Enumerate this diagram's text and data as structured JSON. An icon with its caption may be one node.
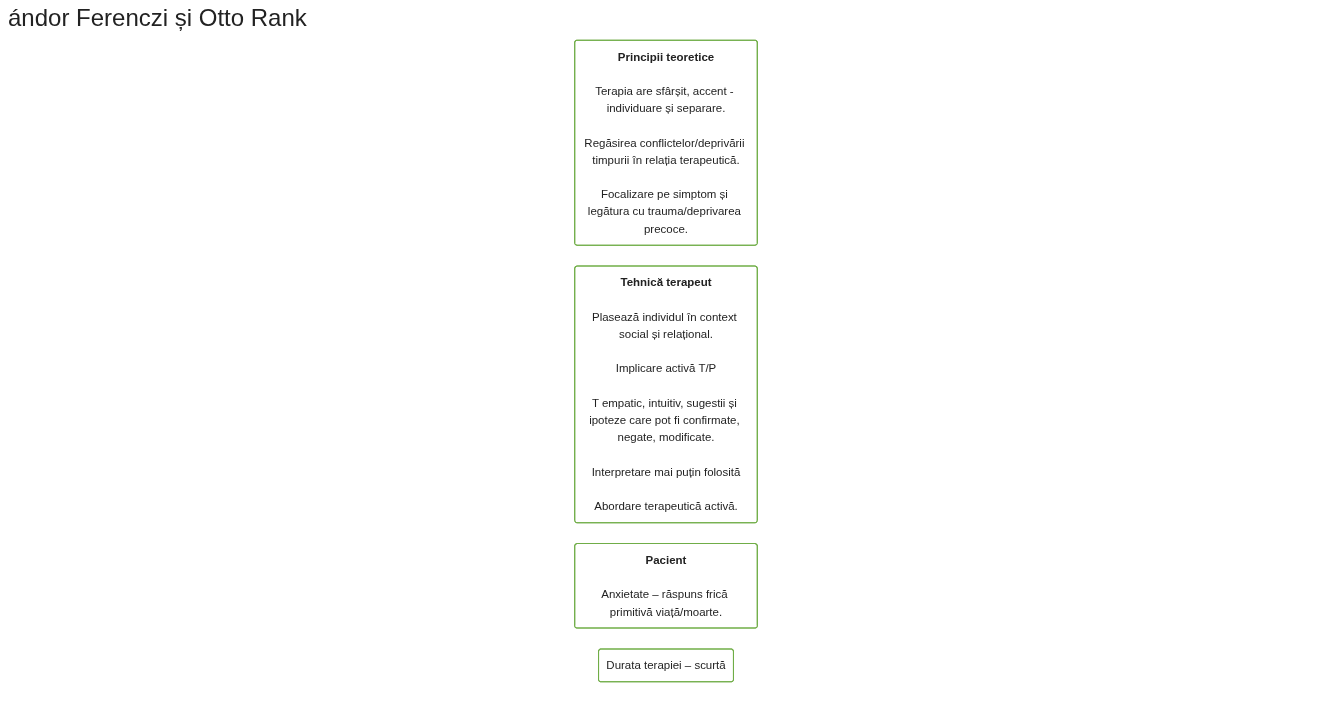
{
  "diagram": {
    "title": "ándor Ferenczi și Otto Rank",
    "nodes": [
      {
        "text": [
          "Principii teoretice",
          "Terapia are sfârșit, accent - individuare și separare.",
          "Regăsirea conflictelor/deprivării timpurii în relația terapeutică.",
          "Focalizare pe simptom și legătura cu trauma/deprivarea precoce."
        ]
      },
      {
        "text": [
          "Tehnică terapeut",
          "Plasează individul în context social și relațional.",
          "Implicare activă T/P",
          "T empatic, intuitiv, sugestii și ipoteze care pot fi confirmate, negate, modificate.",
          "Interpretare mai puțin folosită",
          "Abordare terapeutică activă."
        ]
      },
      {
        "text": [
          "Pacient",
          "Anxietate – răspuns frică primitivă viață/moarte."
        ]
      },
      {
        "text": [
          "Durata terapiei – scurtă"
        ]
      }
    ],
    "edges": []
  }
}
